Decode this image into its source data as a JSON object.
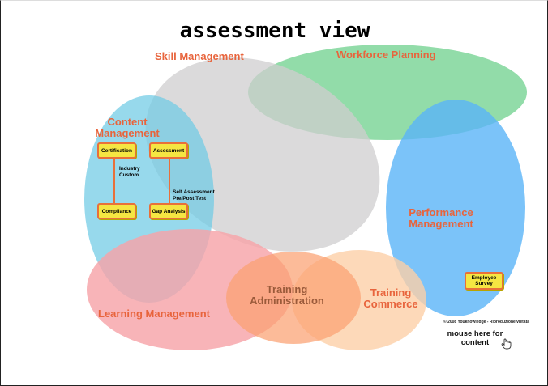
{
  "title": "assessment view",
  "areas": {
    "skill_management": "Skill Management",
    "workforce_planning": "Workforce Planning",
    "content_management_line1": "Content",
    "content_management_line2": "Management",
    "performance_management_line1": "Performance",
    "performance_management_line2": "Management",
    "learning_management": "Learning Management",
    "training_administration_line1": "Training",
    "training_administration_line2": "Administration",
    "training_commerce_line1": "Training",
    "training_commerce_line2": "Commerce"
  },
  "boxes": {
    "certification": "Certification",
    "assessment": "Assessment",
    "compliance": "Compliance",
    "gap_analysis": "Gap Analysis",
    "employee_survey_line1": "Employee",
    "employee_survey_line2": "Survey"
  },
  "notes": {
    "industry": "Industry",
    "custom": "Custom",
    "self_assessment": "Self Assessment",
    "pre_post_test": "Pre/Post Test"
  },
  "copyright": "© 2008 Youknowledge  - Riproduzione vietata",
  "mouse_hint_line1": "mouse here for",
  "mouse_hint_line2": "content",
  "icons": {
    "hand": "pointing-hand-icon"
  },
  "colors": {
    "skill": "#d3d2d4",
    "workforce": "#7fd69a",
    "content": "#6fcbe4",
    "performance": "#5ab4f8",
    "learning": "#f7a4a8",
    "training_admin": "#fbb07a",
    "training_commerce": "#fdd6b0",
    "label": "#e8643c"
  }
}
